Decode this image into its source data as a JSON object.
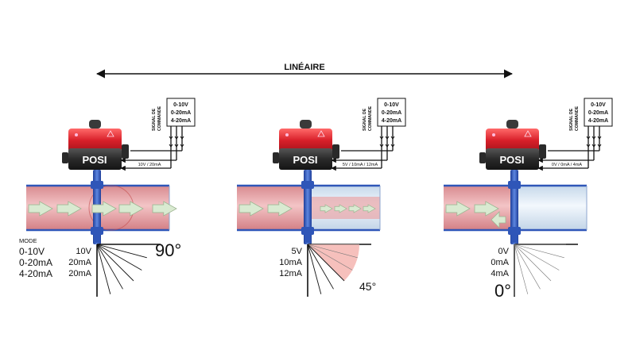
{
  "header": {
    "title": "LINÉAIRE"
  },
  "signal_box": {
    "label_line1": "SIGNAL DE",
    "label_line2": "COMMANDE",
    "options": [
      "0-10V",
      "0-20mA",
      "4-20mA"
    ]
  },
  "actuator": {
    "brand_label": "POSI"
  },
  "mode_table": {
    "title": "MODE",
    "rows": [
      "0-10V",
      "0-20mA",
      "4-20mA"
    ]
  },
  "panels": [
    {
      "wire_label": "10V / 20mA",
      "values": [
        "10V",
        "20mA",
        "20mA"
      ],
      "angle_label": "90°",
      "opening_percent": 100
    },
    {
      "wire_label": "5V / 10mA / 12mA",
      "values": [
        "5V",
        "10mA",
        "12mA"
      ],
      "angle_label": "45°",
      "opening_percent": 50
    },
    {
      "wire_label": "0V / 0mA / 4mA",
      "values": [
        "0V",
        "0mA",
        "4mA"
      ],
      "angle_label": "0°",
      "opening_percent": 0
    }
  ],
  "colors": {
    "actuator_red": "#d8202a",
    "actuator_black": "#2a2a2a",
    "pipe_flow": "#e6a3a6",
    "pipe_empty": "#dde9f4",
    "pipe_edge": "#2f56b8",
    "arrow": "#d9ead1",
    "sector_fill": "#f4b5b0"
  }
}
